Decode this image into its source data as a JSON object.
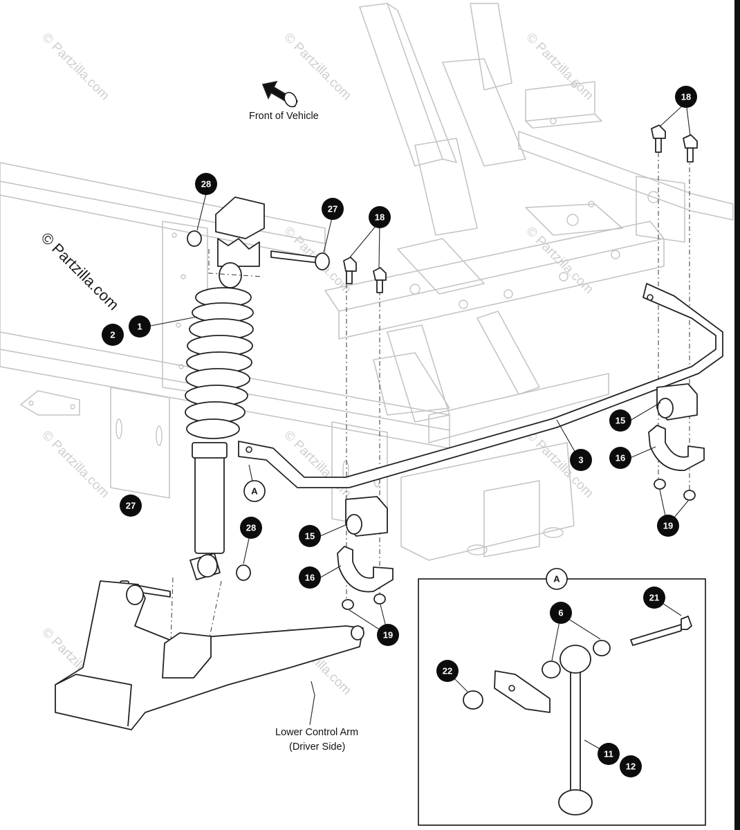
{
  "watermark": {
    "faint": "© Partzilla.com",
    "main": "© Partzilla.com"
  },
  "labels": {
    "front_of_vehicle": "Front of Vehicle",
    "lower_control_arm_line1": "Lower Control Arm",
    "lower_control_arm_line2": "(Driver Side)"
  },
  "detail_ref": "A",
  "callouts": {
    "c1": "1",
    "c2": "2",
    "c3": "3",
    "c6": "6",
    "c11": "11",
    "c12": "12",
    "c15a": "15",
    "c15b": "15",
    "c16a": "16",
    "c16b": "16",
    "c18a": "18",
    "c18b": "18",
    "c19a": "19",
    "c19b": "19",
    "c21": "21",
    "c22": "22",
    "c27a": "27",
    "c27b": "27",
    "c28a": "28",
    "c28b": "28"
  }
}
